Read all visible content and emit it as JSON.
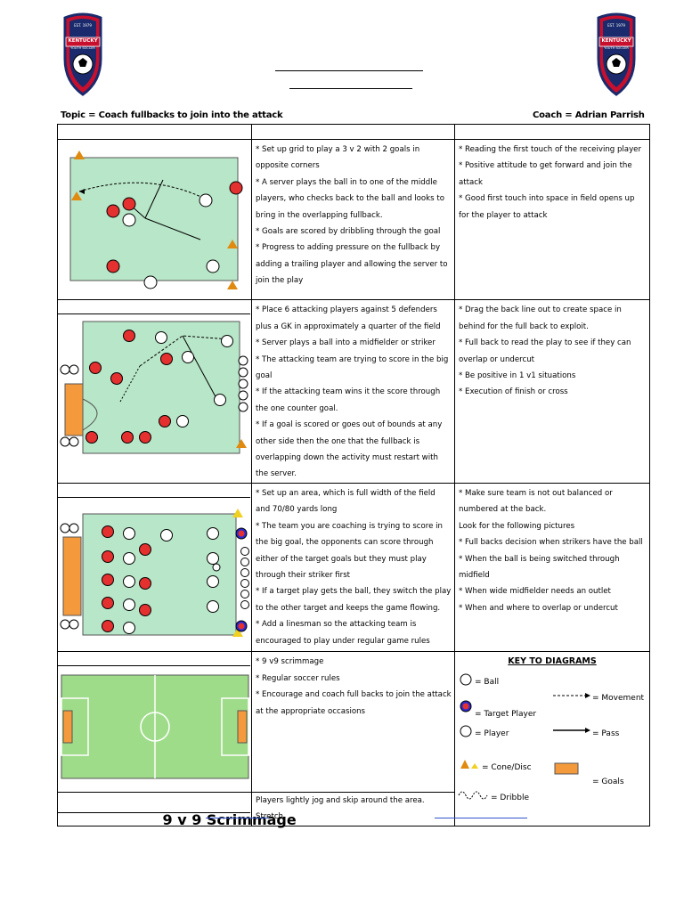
{
  "header": {
    "topic": "Topic = Coach fullbacks to join into the attack",
    "coach": "Coach = Adrian Parrish"
  },
  "logo": {
    "est": "EST. 1979",
    "name": "KENTUCKY",
    "sub": "YOUTH SOCCER"
  },
  "colors": {
    "field": "#b8e6c8",
    "team": "#e53030",
    "player_ring": "#000000",
    "cone": "#e08a10",
    "target": "#2a2ad0",
    "goal": "#f59a3c"
  },
  "rows": [
    {
      "setup": [
        "* Set up grid to play a 3 v 2 with 2 goals in opposite corners",
        "* A server plays the ball in to one of the middle players, who checks back to the ball and looks to bring in the overlapping fullback.",
        "* Goals are scored by dribbling through the goal",
        "* Progress to adding pressure on the fullback by adding a trailing player and allowing the server to join the play"
      ],
      "points": [
        "* Reading the first touch of the receiving player",
        "* Positive attitude to get forward and join the attack",
        "* Good first touch into space in field opens up for the player to attack"
      ]
    },
    {
      "setup": [
        "* Place 6 attacking players against 5 defenders plus a GK in approximately a quarter of the field",
        "* Server plays a ball into a midfielder or striker",
        "* The attacking team are trying to score in the big goal",
        "* If the attacking team wins it the score through the one counter goal.",
        "* If a goal is scored or goes out of bounds at any other side then the one that the fullback is overlapping down the activity must restart with the server."
      ],
      "points": [
        "* Drag the back line out to create space in behind for the full back to exploit.",
        "* Full back to read the play to see if they can overlap or undercut",
        "* Be positive in  1 v1 situations",
        "* Execution of finish or cross"
      ]
    },
    {
      "setup": [
        "* Set up an area, which is full width of the field and 70/80 yards long",
        "* The team you are coaching is trying to score in the big goal, the opponents can score through either of the target goals but they must play through their striker first",
        "* If a target play gets the ball, they switch the play to the other target and keeps the game flowing.",
        "* Add a linesman so the attacking team is encouraged to play under regular game rules"
      ],
      "points": [
        "* Make sure team is not out balanced or numbered at the back.",
        "Look for the following pictures",
        "* Full backs decision when strikers have the ball",
        "* When the ball is being switched through midfield",
        "* When wide midfielder needs an outlet",
        "* When and where to overlap or undercut"
      ]
    },
    {
      "setup": [
        "* 9 v9 scrimmage",
        "* Regular soccer rules",
        "* Encourage and coach full backs to join the attack at the appropriate occasions"
      ],
      "scrimmage_label": "9 v 9 Scrimmage"
    }
  ],
  "cooldown": "Players lightly jog and skip around the area. Stretch",
  "key": {
    "title": "KEY TO DIAGRAMS",
    "ball": "= Ball",
    "target": "= Target Player",
    "player": "= Player",
    "cone": "= Cone/Disc",
    "dribble": "= Dribble",
    "movement": "= Movement",
    "pass": "= Pass",
    "goals": "= Goals"
  }
}
